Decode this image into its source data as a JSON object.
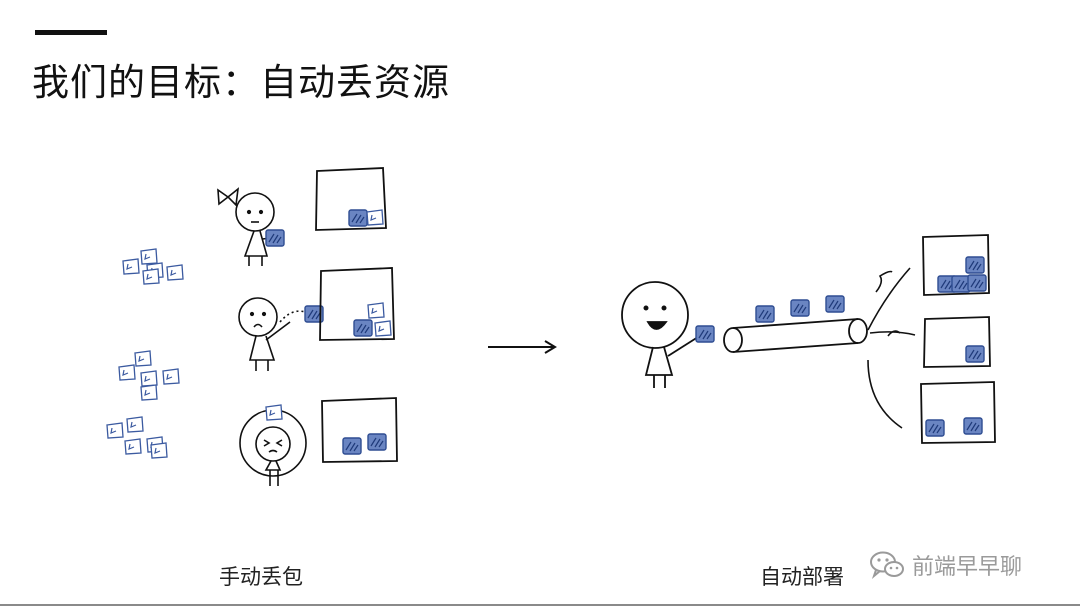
{
  "slide": {
    "title": "我们的目标：自动丢资源",
    "caption_manual": "手动丢包",
    "caption_auto": "自动部署",
    "watermark": "前端早早聊"
  },
  "icons": {
    "watermark_icon": "wechat-logo-icon",
    "arrow": "right-arrow-icon"
  },
  "colors": {
    "ink": "#111111",
    "package_blue": "#3b5aa0",
    "watermark_gray": "#9a9a9a"
  }
}
